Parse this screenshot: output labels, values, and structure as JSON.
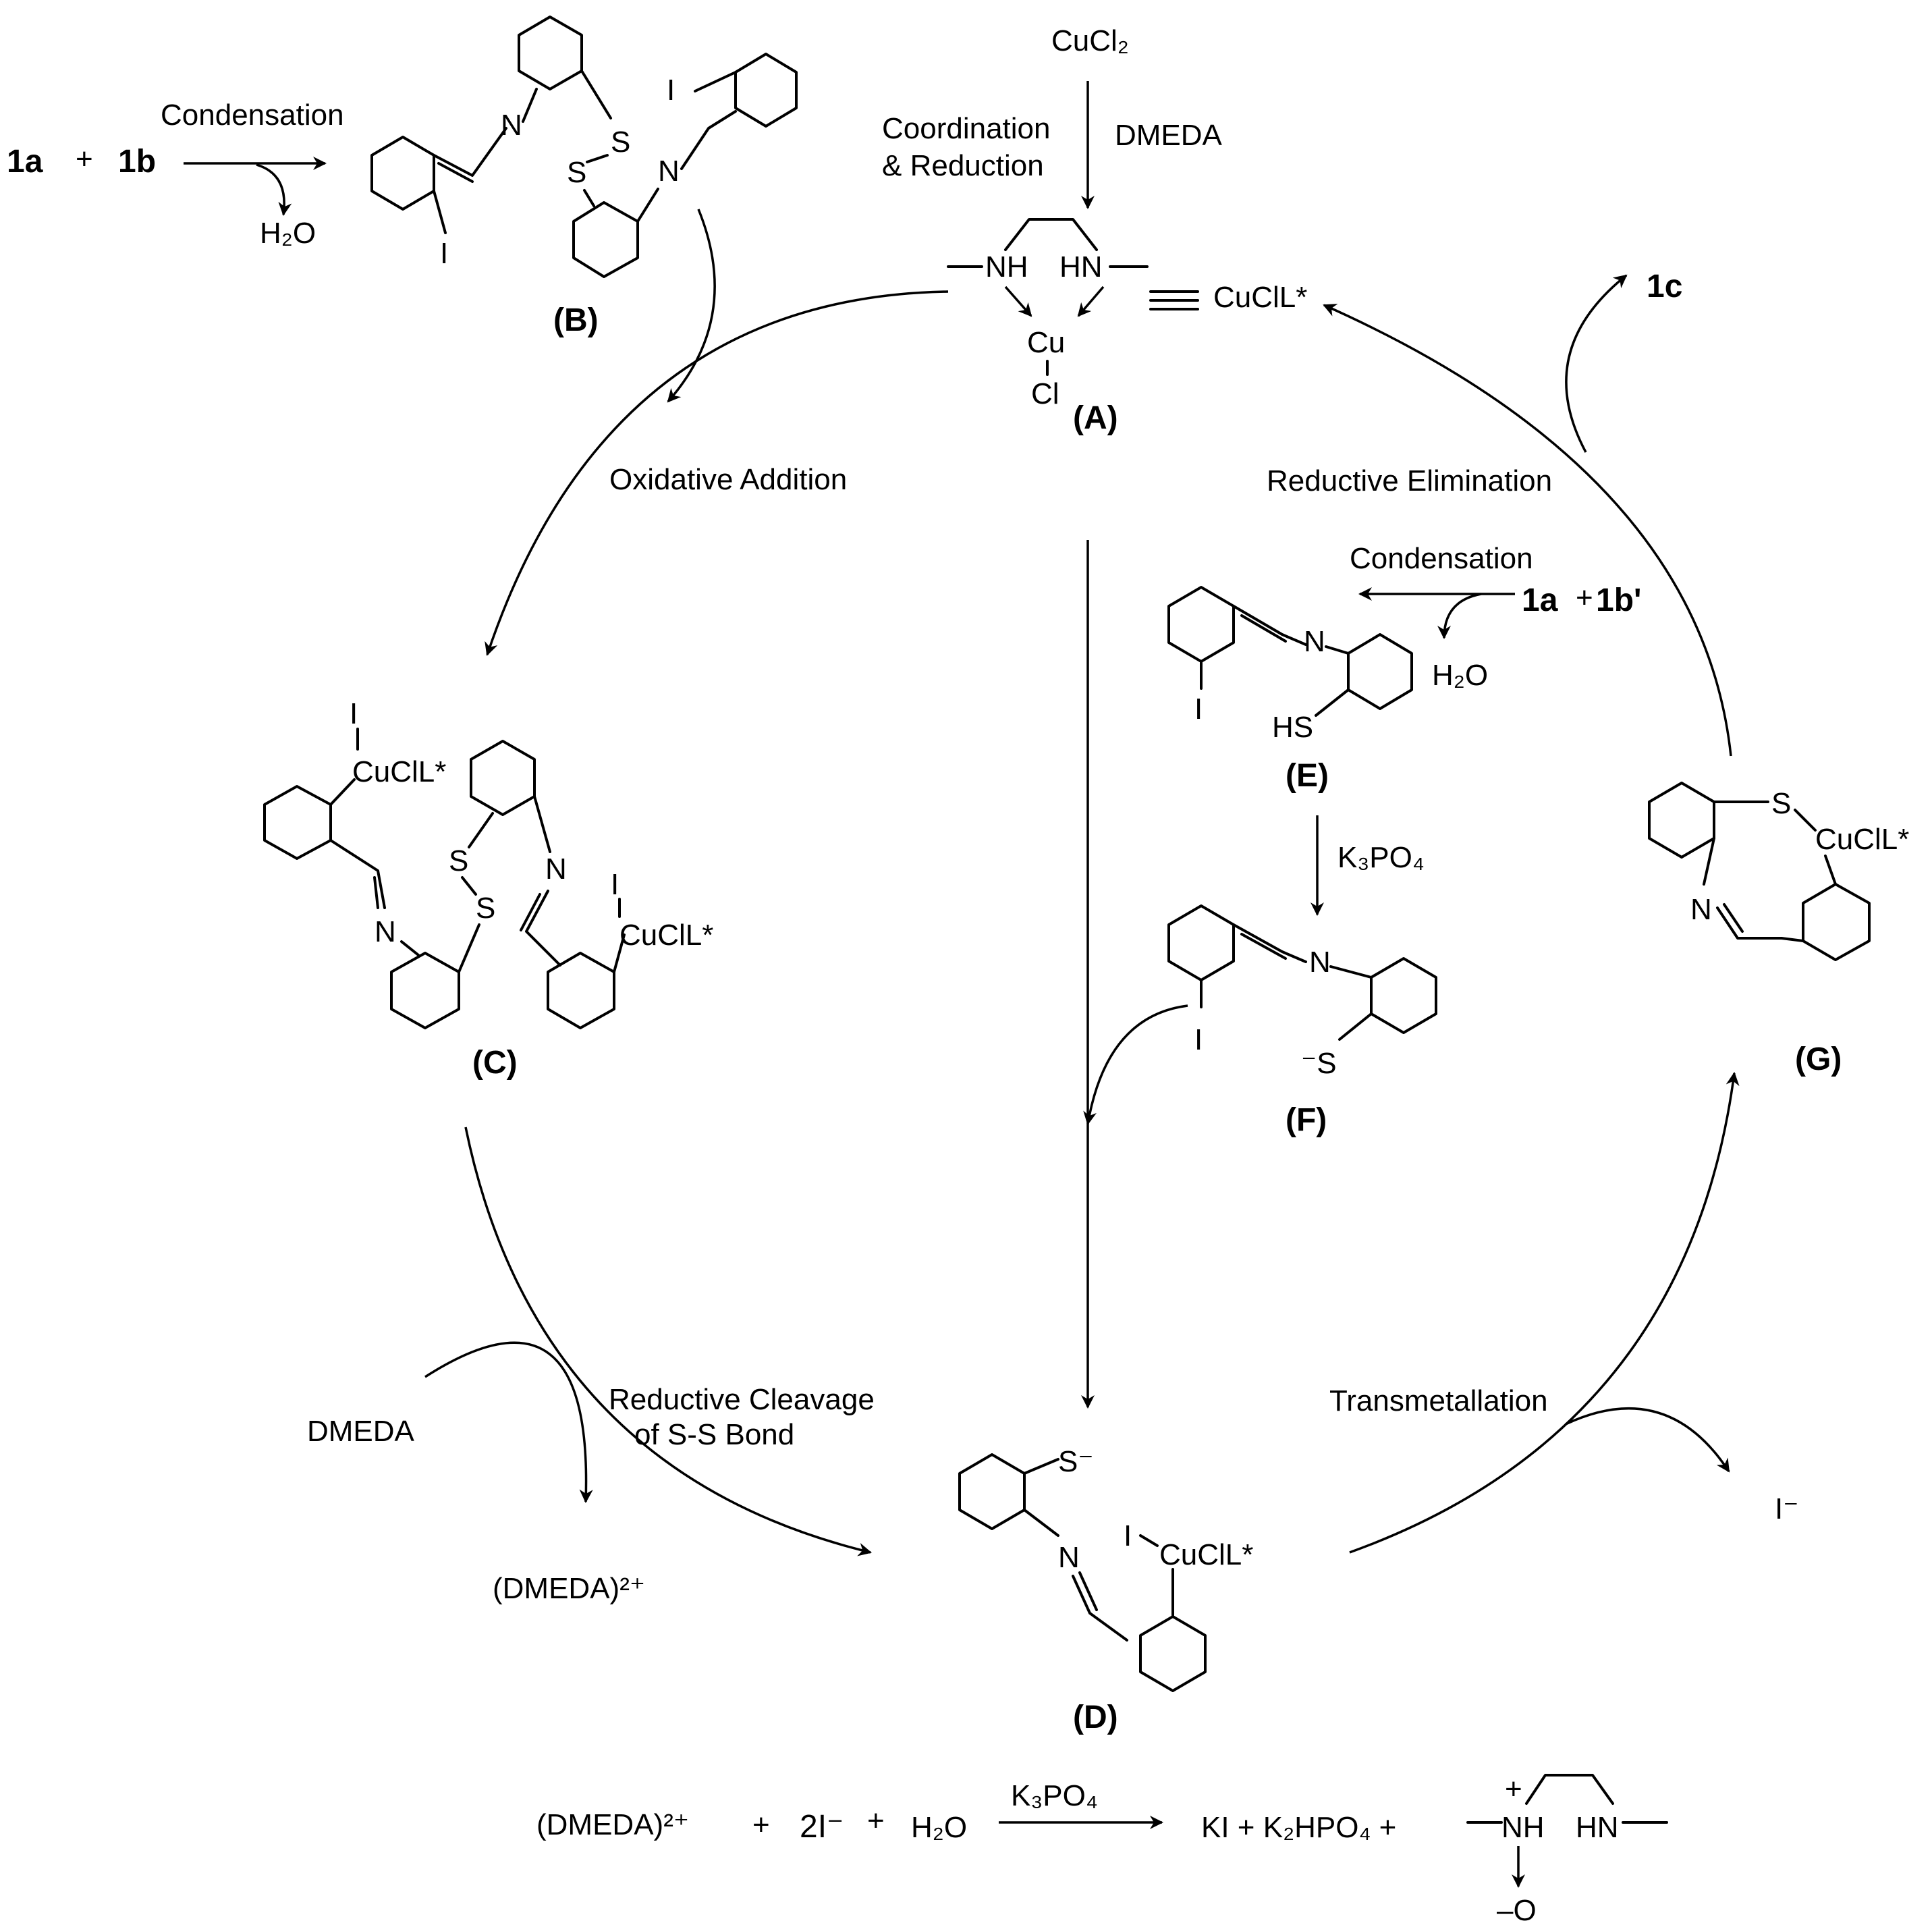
{
  "top_left": {
    "r1": "1a",
    "plus": "+",
    "r2": "1b",
    "arrow_label": "Condensation",
    "h2o": "H₂O"
  },
  "top_center": {
    "cucl2": "CuCl₂",
    "coord_line1": "Coordination",
    "coord_line2": "& Reduction",
    "dmeda": "DMEDA"
  },
  "compound_A": {
    "nh_left": "NH",
    "hn_right": "HN",
    "cu": "Cu",
    "cl": "Cl",
    "equiv": "CuClL*",
    "label": "(A)"
  },
  "compound_B": {
    "label": "(B)",
    "s1": "S",
    "s2": "S",
    "n1": "N",
    "n2": "N",
    "i1": "I",
    "i2": "I"
  },
  "compound_C": {
    "label": "(C)",
    "cu1": "CuClL*",
    "cu2": "CuClL*",
    "i1": "I",
    "i2": "I",
    "s1": "S",
    "s2": "S",
    "n1": "N",
    "n2": "N"
  },
  "compound_D": {
    "label": "(D)",
    "s": "S⁻",
    "n": "N",
    "i": "I",
    "cu": "CuClL*"
  },
  "compound_E": {
    "label": "(E)",
    "n": "N",
    "hs": "HS",
    "i": "I"
  },
  "compound_F": {
    "label": "(F)",
    "n": "N",
    "s": "⁻S",
    "i": "I"
  },
  "compound_G": {
    "label": "(G)",
    "s": "S",
    "cu": "CuClL*",
    "n": "N"
  },
  "cycle": {
    "oxidative_addition": "Oxidative Addition",
    "reductive_elimination": "Reductive Elimination",
    "product": "1c",
    "reductive_cleavage_line1": "Reductive Cleavage",
    "reductive_cleavage_line2": "of S-S Bond",
    "dmeda": "DMEDA",
    "dmeda_ox": "(DMEDA)²⁺",
    "transmetallation": "Transmetallation",
    "iodide": "I⁻",
    "condensation2": "Condensation",
    "r1b": "1a",
    "plus2": "+",
    "r2b": "1b'",
    "h2o_2": "H₂O",
    "k3po4": "K₃PO₄"
  },
  "bottom_eq": {
    "dmeda_ox": "(DMEDA)²⁺",
    "plus_a": "+",
    "two_i": "2I⁻",
    "plus_b": "+",
    "h2o": "H₂O",
    "reagent": "K₃PO₄",
    "products": "KI + K₂HPO₄ +",
    "nh_plus": "NH",
    "plus_charge": "+",
    "hn": "HN",
    "o_minus": "–O"
  }
}
